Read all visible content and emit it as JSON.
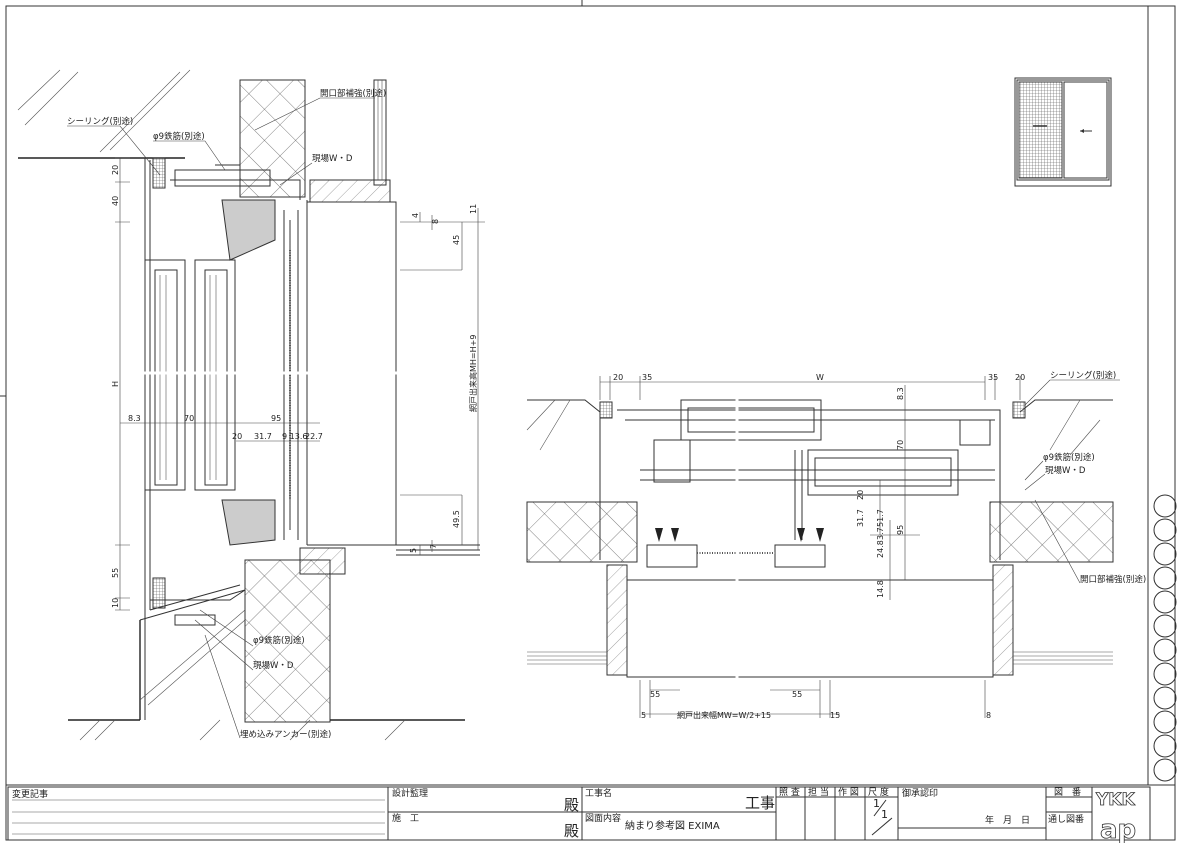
{
  "left_section": {
    "labels": {
      "sealing": "シーリング(別途)",
      "rebar_top": "φ9鉄筋(別途)",
      "opening_reinforce": "開口部補強(別途)",
      "site_wd_top": "現場W・D",
      "rebar_bottom": "φ9鉄筋(別途)",
      "site_wd_bottom": "現場W・D",
      "anchor": "埋め込みアンカー(別途)"
    },
    "dims": {
      "d20": "20",
      "d40": "40",
      "h": "H",
      "d55": "55",
      "d10": "10",
      "d4": "4",
      "d8": "8",
      "d11": "11",
      "d45": "45",
      "d49_5": "49.5",
      "d5": "5",
      "d7": "7",
      "screen_height": "網戸出来高MH=H+9",
      "d8_3": "8.3",
      "d70": "70",
      "d95": "95",
      "d20b": "20",
      "d31_7": "31.7",
      "d9_13_6": "9 13.6",
      "d22_7": "22.7"
    }
  },
  "plan_section": {
    "labels": {
      "sealing": "シーリング(別途)",
      "rebar": "φ9鉄筋(別途)",
      "site_wd": "現場W・D",
      "opening_reinforce": "開口部補強(別途)"
    },
    "dims": {
      "l20": "20",
      "l35": "35",
      "w": "W",
      "r35": "35",
      "r20": "20",
      "d8_3": "8.3",
      "d70": "70",
      "d95": "95",
      "d20": "20",
      "d31_7": "31.7",
      "d51_7": "51.7",
      "d3_7": "3.7",
      "d24_8": "24.8",
      "d14_8": "14.8",
      "b55a": "55",
      "b55b": "55",
      "b5": "5",
      "screen_width": "網戸出来幅MW=W/2+15",
      "b15": "15",
      "b8": "8"
    }
  },
  "title_block": {
    "change_notes": "変更記事",
    "design_supervision": "設計監理",
    "construction": "施　工",
    "honorific_1": "殿",
    "honorific_2": "殿",
    "project_name_label": "工事名",
    "project_suffix": "工事",
    "drawing_content_label": "図面内容",
    "drawing_title": "納まり参考図 EXIMA",
    "check": "照 査",
    "charge": "担 当",
    "drafting": "作 図",
    "scale_label": "尺 度",
    "scale_num": "1",
    "scale_den": "1",
    "approval": "御承認印",
    "date": "年　月　日",
    "drawing_no": "図　番",
    "serial_no": "通し図番",
    "logo": "YKK ap"
  }
}
